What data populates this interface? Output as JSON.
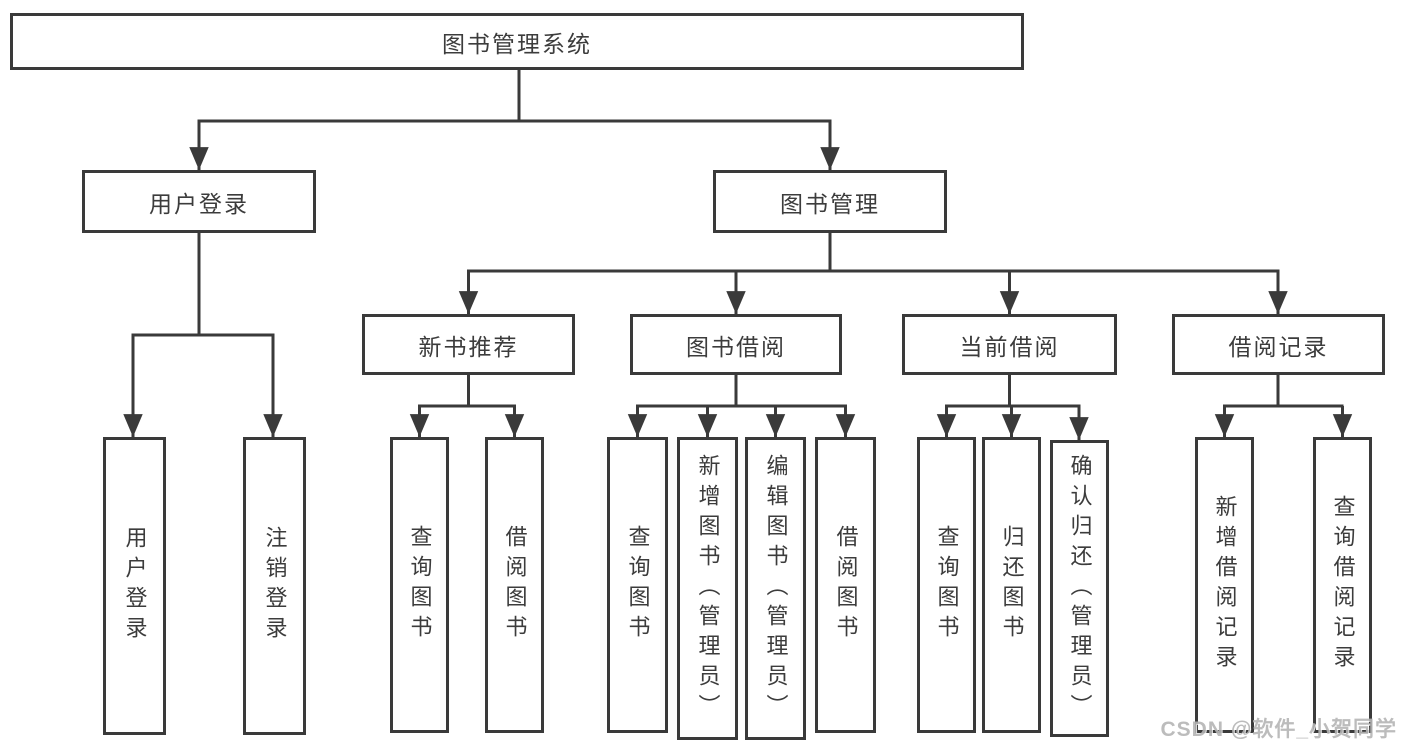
{
  "colors": {
    "line": "#3a3a3a",
    "text": "#3c3c3c",
    "box_bg": "#ffffff",
    "watermark": "#b5b5b5"
  },
  "watermark": {
    "text": "CSDN @软件_小贺同学"
  },
  "tree": {
    "root": {
      "label": "图书管理系统"
    },
    "branches": [
      {
        "label": "用户登录",
        "children": [
          {
            "label": "用户登录"
          },
          {
            "label": "注销登录"
          }
        ]
      },
      {
        "label": "图书管理",
        "children": [
          {
            "label": "新书推荐",
            "children": [
              {
                "label": "查询图书"
              },
              {
                "label": "借阅图书"
              }
            ]
          },
          {
            "label": "图书借阅",
            "children": [
              {
                "label": "查询图书"
              },
              {
                "label": "新增图书（管理员）"
              },
              {
                "label": "编辑图书（管理员）"
              },
              {
                "label": "借阅图书"
              }
            ]
          },
          {
            "label": "当前借阅",
            "children": [
              {
                "label": "查询图书"
              },
              {
                "label": "归还图书"
              },
              {
                "label": "确认归还（管理员）"
              }
            ]
          },
          {
            "label": "借阅记录",
            "children": [
              {
                "label": "新增借阅记录"
              },
              {
                "label": "查询借阅记录"
              }
            ]
          }
        ]
      }
    ]
  }
}
